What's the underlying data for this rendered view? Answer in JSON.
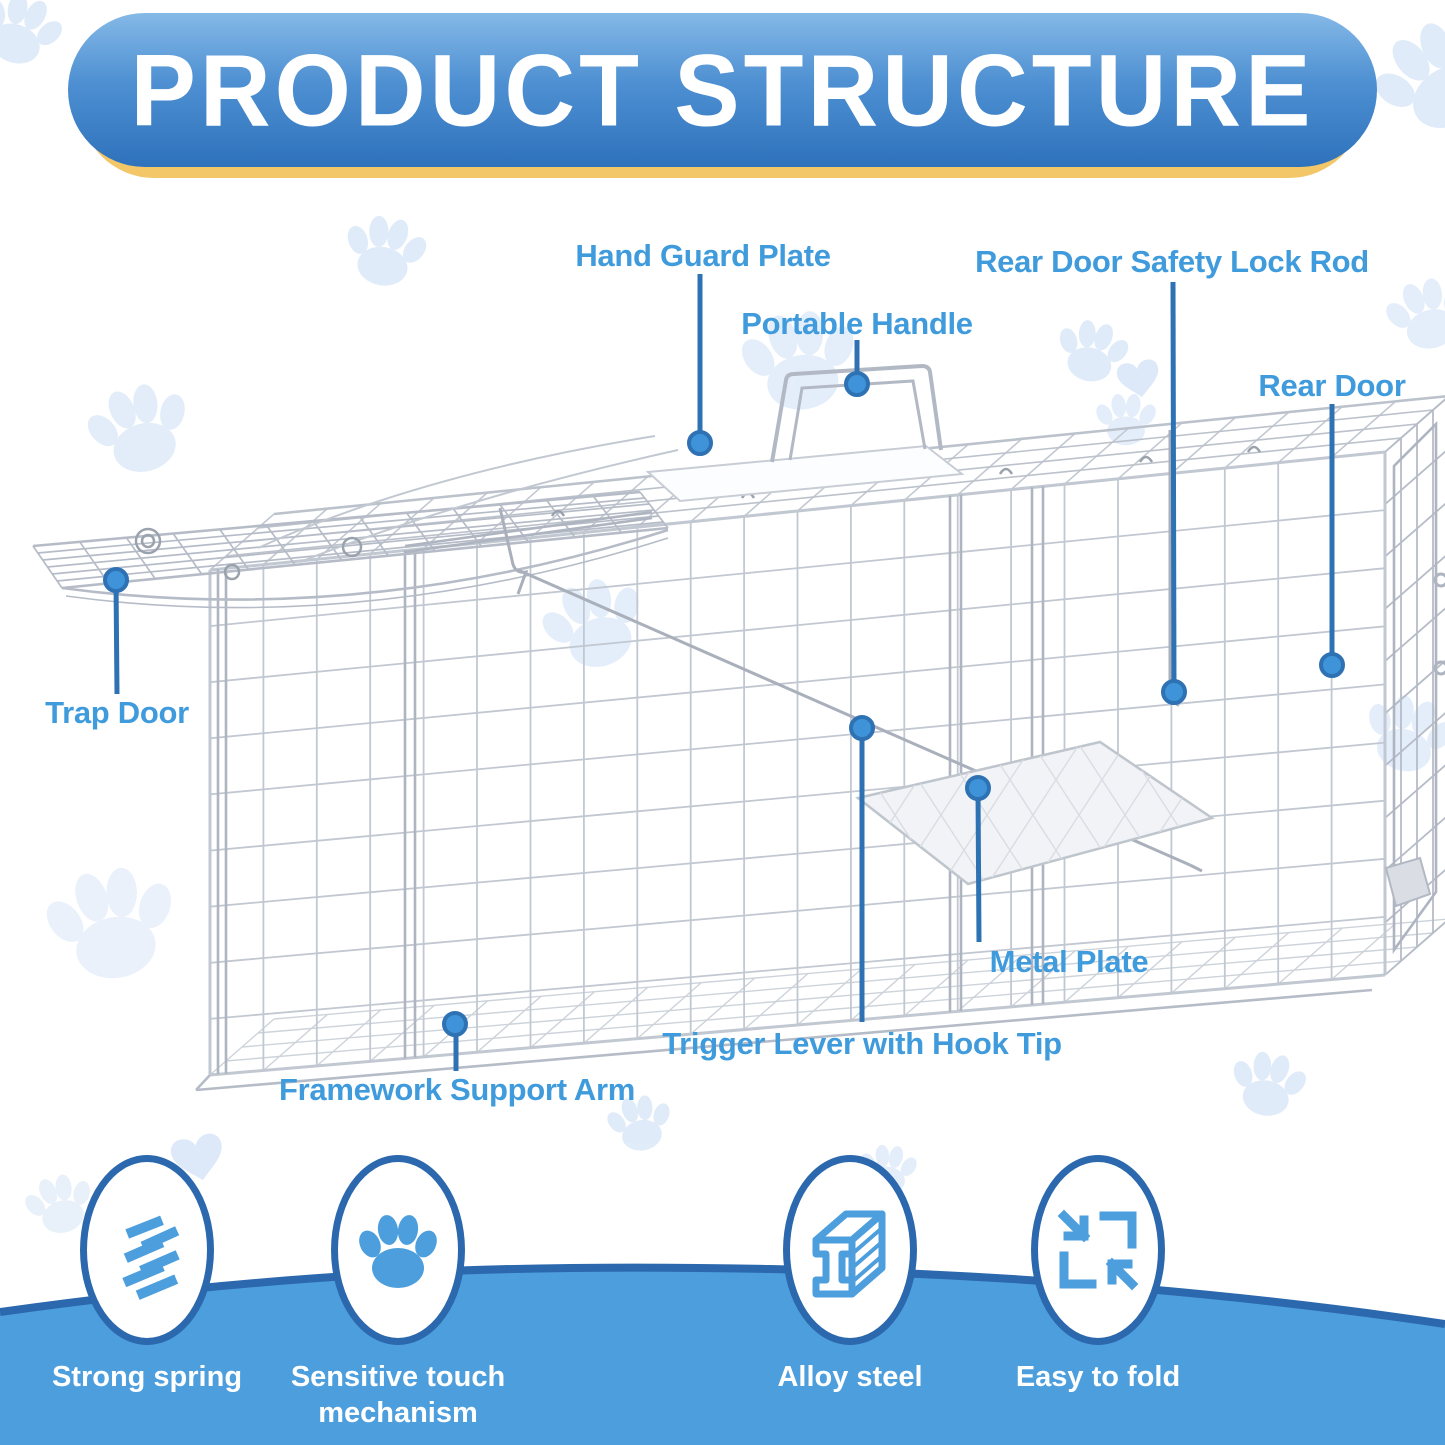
{
  "banner": {
    "title": "PRODUCT STRUCTURE"
  },
  "callouts": [
    {
      "id": "hand-guard-plate",
      "label": "Hand Guard Plate"
    },
    {
      "id": "portable-handle",
      "label": "Portable Handle"
    },
    {
      "id": "rear-door-safety-lock-rod",
      "label": "Rear Door Safety Lock Rod"
    },
    {
      "id": "rear-door",
      "label": "Rear Door"
    },
    {
      "id": "trap-door",
      "label": "Trap Door"
    },
    {
      "id": "metal-plate",
      "label": "Metal Plate"
    },
    {
      "id": "trigger-lever",
      "label": "Trigger Lever with Hook Tip"
    },
    {
      "id": "framework-support-arm",
      "label": "Framework Support Arm"
    }
  ],
  "features": [
    {
      "icon": "spring-icon",
      "label": "Strong spring"
    },
    {
      "icon": "paw-icon",
      "label": "Sensitive touch mechanism"
    },
    {
      "icon": "steel-icon",
      "label": "Alloy steel"
    },
    {
      "icon": "fold-icon",
      "label": "Easy to fold"
    }
  ],
  "colors": {
    "banner_top": "#85B9E7",
    "banner_bottom": "#2E72BC",
    "banner_shadow": "#F3C768",
    "title": "#FFFFFF",
    "label": "#3F9BDC",
    "leader": "#2E72B4",
    "dot": "#3F93D8",
    "wire": "#C2C8D1",
    "wire_dark": "#ADB4BF",
    "paw": "#D9E7F8",
    "wave": "#4D9EDD",
    "wave_line": "#2B68AD",
    "icon": "#4D9EDD",
    "plate_fill": "#F1F3F6",
    "feature_text": "#FFFFFF"
  }
}
